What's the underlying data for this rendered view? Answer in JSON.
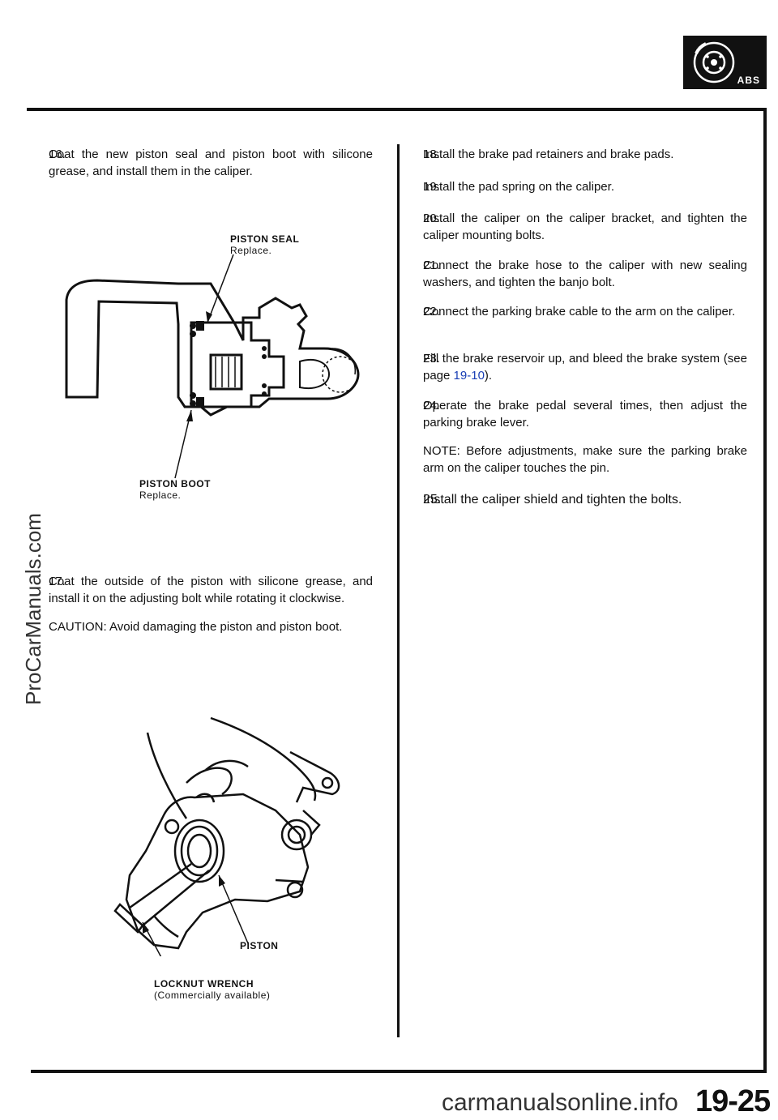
{
  "badge": {
    "label": "ABS",
    "icon": "brake-disc-icon"
  },
  "left": {
    "step16": {
      "num": "16.",
      "text": "Coat the new piston seal and piston boot with silicone grease, and install them in the caliper."
    },
    "fig1": {
      "seal_label": "PISTON SEAL",
      "seal_sub": "Replace.",
      "boot_label": "PISTON BOOT",
      "boot_sub": "Replace."
    },
    "step17": {
      "num": "17.",
      "text": "Coat the outside of the piston with silicone grease, and install it on the adjusting bolt while rotating it clockwise.",
      "caution": "CAUTION: Avoid damaging the piston and piston boot."
    },
    "fig2": {
      "piston_label": "PISTON",
      "wrench_label": "LOCKNUT WRENCH",
      "wrench_sub": "(Commercially available)"
    }
  },
  "right": {
    "step18": {
      "num": "18.",
      "text": "Install the brake pad retainers and brake pads."
    },
    "step19": {
      "num": "19.",
      "text": "Install the pad spring on the caliper."
    },
    "step20": {
      "num": "20.",
      "text": "Install the caliper on the caliper bracket, and tighten the caliper mounting bolts."
    },
    "step21": {
      "num": "21.",
      "text": "Connect the brake hose to the caliper with new sealing washers, and tighten the banjo bolt."
    },
    "step22": {
      "num": "22.",
      "text": "Connect the parking brake cable to the arm on the caliper."
    },
    "step23": {
      "num": "23.",
      "text_a": "Fill the brake reservoir up, and bleed the brake system (see page ",
      "ref": "19-10",
      "text_b": ")."
    },
    "step24": {
      "num": "24.",
      "text": "Operate the brake pedal several times, then adjust the parking brake lever.",
      "note": "NOTE: Before adjustments, make sure the parking brake arm on the caliper touches the pin."
    },
    "step25": {
      "num": "25.",
      "text": "Install the caliper shield and tighten the bolts."
    }
  },
  "footer": {
    "page_number": "19-25",
    "watermark_side": "ProCarManuals.com",
    "watermark_bottom": "carmanualsonline.info"
  }
}
